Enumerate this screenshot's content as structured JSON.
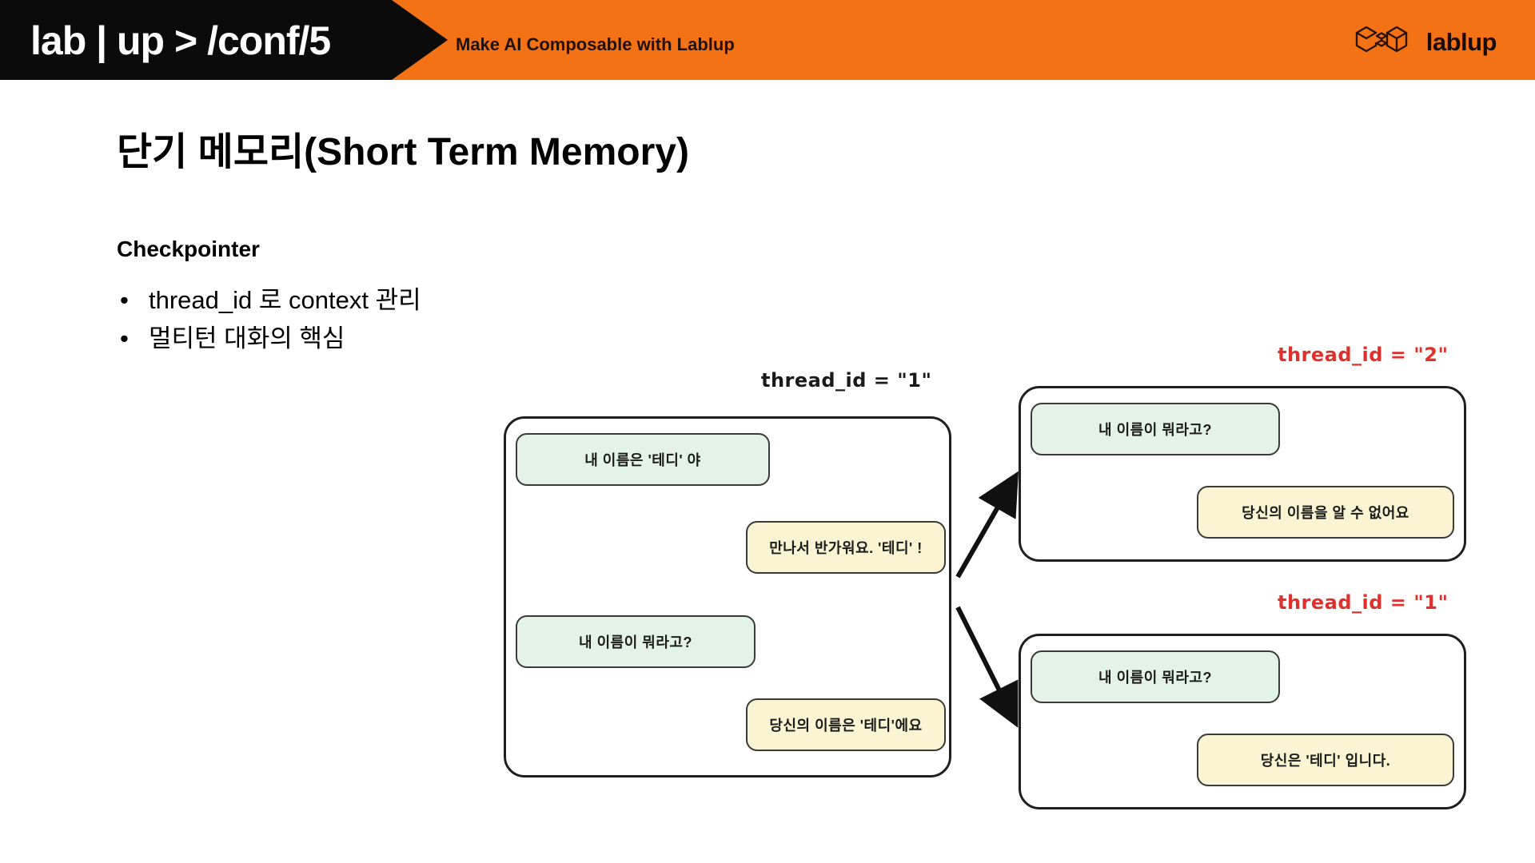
{
  "header": {
    "conf_logo": "lab | up > /conf/5",
    "tagline": "Make AI Composable with Lablup",
    "brand_name": "lablup",
    "brand_mark_icon": "lablup-hexagon-logo-icon",
    "bg_color": "#F47216",
    "black_color": "#0B0B0B"
  },
  "slide": {
    "title": "단기 메모리(Short Term Memory)",
    "section_heading": "Checkpointer",
    "bullets": [
      "thread_id 로 context 관리",
      "멀티턴 대화의 핵심"
    ],
    "bullet_glyph": "•"
  },
  "diagram": {
    "labels": {
      "main_thread": "thread_id = \"1\"",
      "right_top_thread": "thread_id = \"2\"",
      "right_bottom_thread": "thread_id = \"1\""
    },
    "label_colors": {
      "dark": "#1A1A1A",
      "red": "#E0302C"
    },
    "bubble_colors": {
      "user": "#E4F3E7",
      "bot": "#FBF4D3",
      "border": "#3A3A3A"
    },
    "main_box": {
      "messages": [
        {
          "role": "user",
          "text": "내 이름은 '테디' 야"
        },
        {
          "role": "bot",
          "text": "만나서 반가워요. '테디' !"
        },
        {
          "role": "user",
          "text": "내 이름이 뭐라고?"
        },
        {
          "role": "bot",
          "text": "당신의 이름은 '테디'에요"
        }
      ]
    },
    "right_top_box": {
      "messages": [
        {
          "role": "user",
          "text": "내 이름이 뭐라고?"
        },
        {
          "role": "bot",
          "text": "당신의 이름을 알 수 없어요"
        }
      ]
    },
    "right_bottom_box": {
      "messages": [
        {
          "role": "user",
          "text": "내 이름이 뭐라고?"
        },
        {
          "role": "bot",
          "text": "당신은 '테디' 입니다."
        }
      ]
    },
    "arrows": [
      {
        "name": "arrow-to-thread-2"
      },
      {
        "name": "arrow-to-thread-1"
      }
    ]
  }
}
